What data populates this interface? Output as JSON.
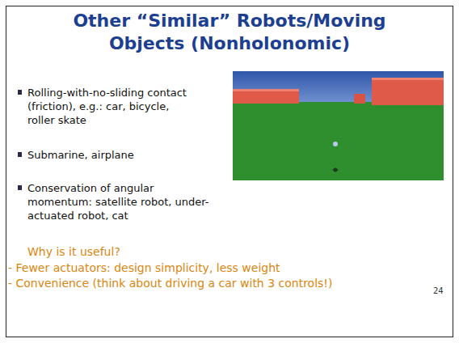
{
  "diagram": {
    "title": "Other “Similar” Robots/Moving Objects (Nonholonomic)",
    "labels": [
      "Rolling-with-no-sliding contact (friction), e.g.: car, bicycle, roller skate",
      "Submarine, airplane",
      "Conservation of angular momentum: satellite robot, under-actuated robot, cat",
      "Why is it useful?",
      "- Fewer actuators: design simplicity, less weight",
      "- Convenience (think about driving a car with 3 controls!)",
      "24"
    ]
  }
}
